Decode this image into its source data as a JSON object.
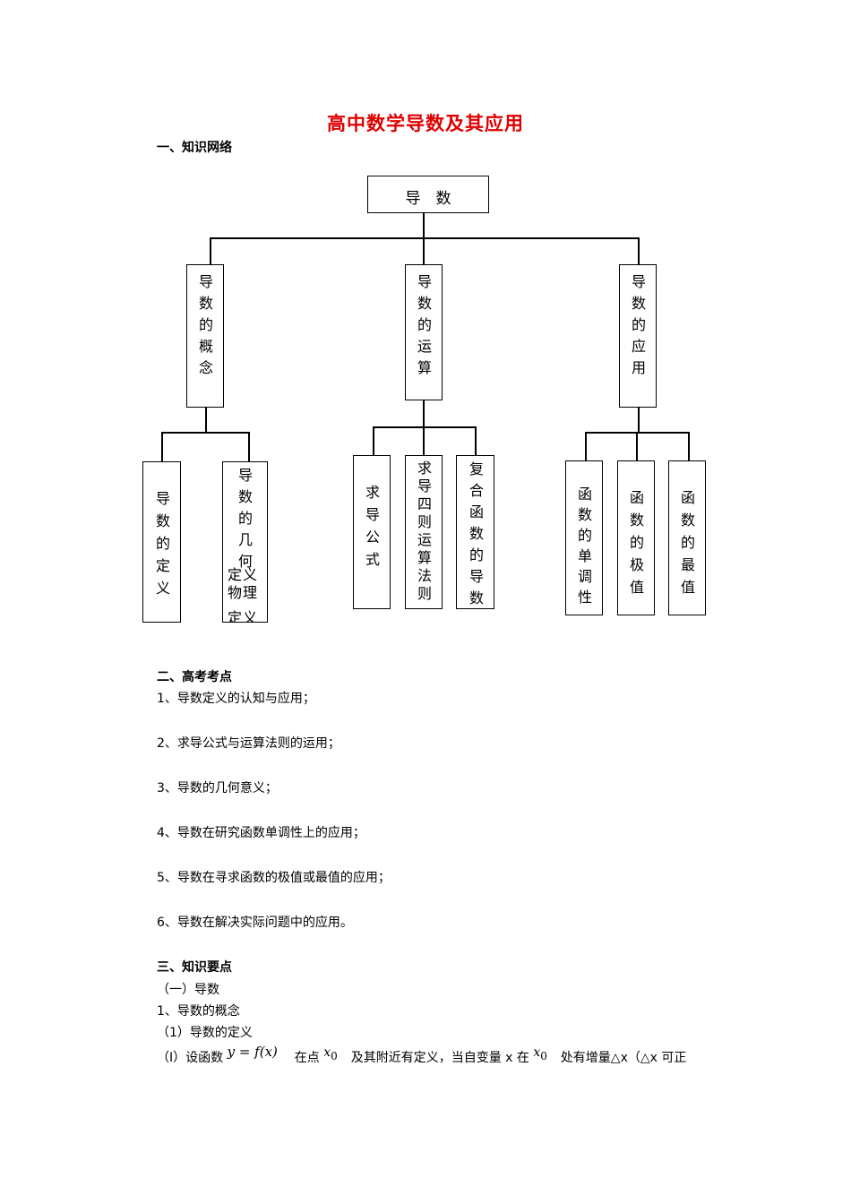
{
  "title": "高中数学导数及其应用",
  "section1": {
    "heading": "一、知识网络"
  },
  "diagram": {
    "root": "导　数",
    "level1": [
      {
        "lines": [
          "导数的概念"
        ]
      },
      {
        "lines": [
          "导数的运算"
        ]
      },
      {
        "lines": [
          "导数的应用"
        ]
      }
    ],
    "level2": [
      {
        "lines": [
          "导数的定义"
        ]
      },
      {
        "lines": [
          "导数的几何",
          "定义物理",
          "定义"
        ]
      },
      {
        "lines": [
          "求导公式"
        ]
      },
      {
        "lines": [
          "求导四则运算法则"
        ]
      },
      {
        "lines": [
          "复合函数的导数"
        ]
      },
      {
        "lines": [
          "函数的单调性"
        ]
      },
      {
        "lines": [
          "函数的极值"
        ]
      },
      {
        "lines": [
          "函数的最值"
        ]
      }
    ]
  },
  "section2": {
    "heading": "二、高考考点",
    "items": [
      "1、导数定义的认知与应用；",
      "2、求导公式与运算法则的运用；",
      "3、导数的几何意义；",
      "4、导数在研究函数单调性上的应用；",
      "5、导数在寻求函数的极值或最值的应用；",
      "6、导数在解决实际问题中的应用。"
    ]
  },
  "section3": {
    "heading": "三、知识要点",
    "sub1": "（一）导数",
    "sub2": "1、导数的概念",
    "sub3": "（1）导数的定义",
    "para_start": "（Ⅰ）设函数",
    "formula": "y = f(x)",
    "text_at_point": "在点",
    "x0": "x",
    "x0_sub": "0",
    "text_mid": "及其附近有定义，当自变量 x 在",
    "text_end": "处有增量△x（△x 可正"
  }
}
